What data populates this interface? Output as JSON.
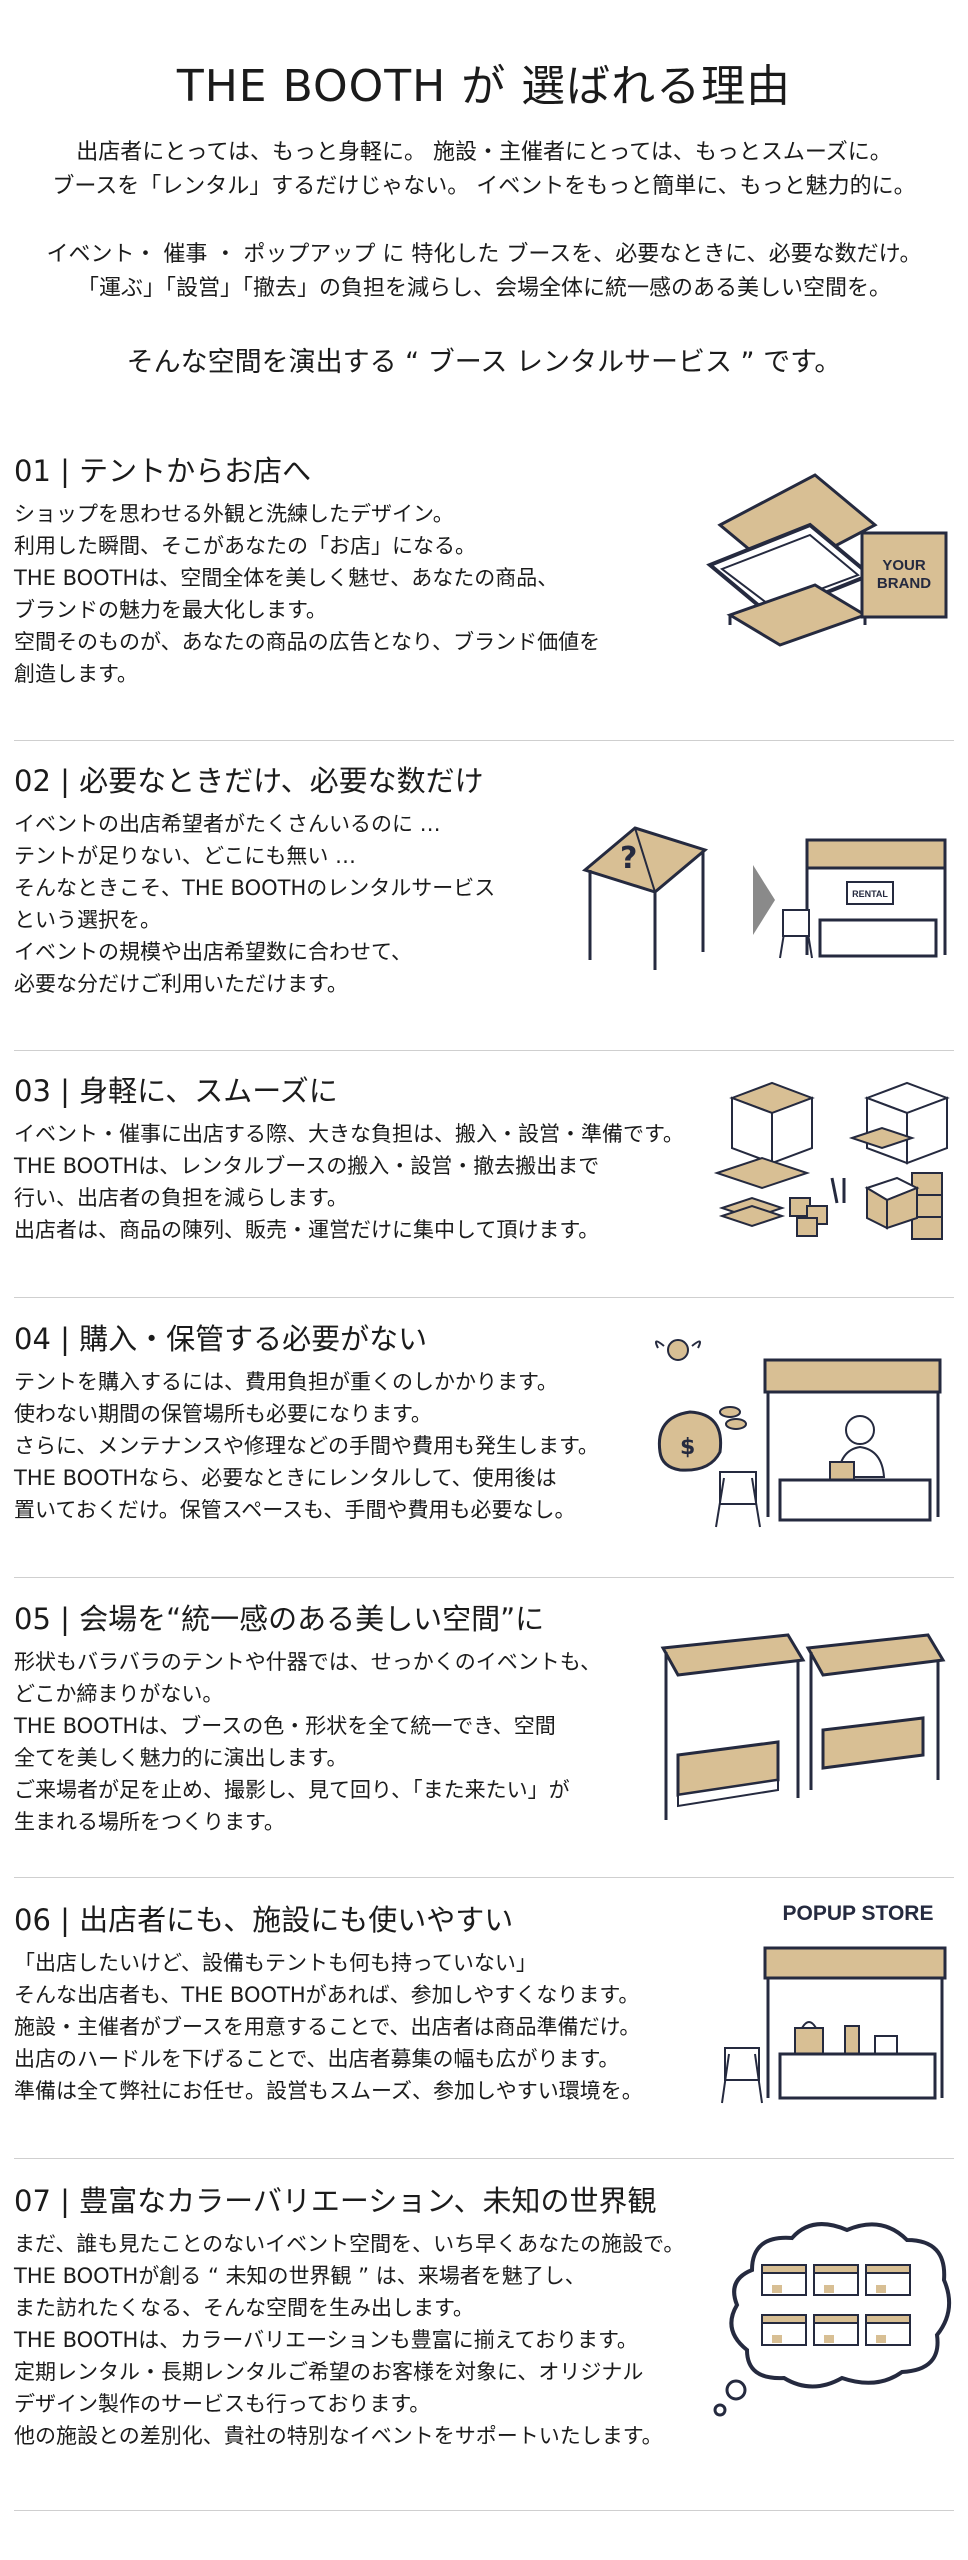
{
  "title": "THE BOOTH が 選ばれる理由",
  "intro1": [
    "出店者にとっては、もっと身軽に。 施設・主催者にとっては、もっとスムーズに。",
    "ブースを「レンタル」するだけじゃない。 イベントをもっと簡単に、もっと魅力的に。"
  ],
  "intro2": [
    "イベント・ 催事 ・ ポップアップ に 特化した ブースを、必要なときに、必要な数だけ。",
    "「運ぶ」「設営」「撤去」の負担を減らし、会場全体に統一感のある美しい空間を。"
  ],
  "tagline": "そんな空間を演出する “ ブース レンタルサービス ” です。",
  "sections": [
    {
      "title": "01 | テントからお店へ",
      "lines": [
        "ショップを思わせる外観と洗練したデザイン。",
        "利用した瞬間、そこがあなたの「お店」になる。",
        "THE BOOTHは、空間全体を美しく魅せ、あなたの商品、",
        "ブランドの魅力を最大化します。",
        "空間そのものが、あなたの商品の広告となり、ブランド価値を",
        "創造します。"
      ]
    },
    {
      "title": "02 | 必要なときだけ、必要な数だけ",
      "lines": [
        "イベントの出店希望者がたくさんいるのに …",
        "テントが足りない、どこにも無い …",
        "そんなときこそ、THE BOOTHのレンタルサービス",
        "という選択を。",
        "イベントの規模や出店希望数に合わせて、",
        "必要な分だけご利用いただけます。"
      ]
    },
    {
      "title": "03 | 身軽に、スムーズに",
      "lines": [
        "イベント・催事に出店する際、大きな負担は、搬入・設営・準備です。",
        "THE BOOTHは、レンタルブースの搬入・設営・撤去搬出まで",
        "行い、出店者の負担を減らします。",
        "出店者は、商品の陳列、販売・運営だけに集中して頂けます。"
      ]
    },
    {
      "title": "04 | 購入・保管する必要がない",
      "lines": [
        "テントを購入するには、費用負担が重くのしかかります。",
        "使わない期間の保管場所も必要になります。",
        "さらに、メンテナンスや修理などの手間や費用も発生します。",
        "THE BOOTHなら、必要なときにレンタルして、使用後は",
        "置いておくだけ。保管スペースも、手間や費用も必要なし。"
      ]
    },
    {
      "title": "05 | 会場を“統一感のある美しい空間”に",
      "lines": [
        "形状もバラバラのテントや什器では、せっかくのイベントも、",
        "どこか締まりがない。",
        "THE BOOTHは、ブースの色・形状を全て統一でき、空間",
        "全てを美しく魅力的に演出します。",
        "ご来場者が足を止め、撮影し、見て回り、「また来たい」が",
        "生まれる場所をつくります。"
      ]
    },
    {
      "title": "06 | 出店者にも、施設にも使いやすい",
      "lines": [
        "「出店したいけど、設備もテントも何も持っていない」",
        "そんな出店者も、THE BOOTHがあれば、参加しやすくなります。",
        "施設・主催者がブースを用意することで、出店者は商品準備だけ。",
        "出店のハードルを下げることで、出店者募集の幅も広がります。",
        "準備は全て弊社にお任せ。設営もスムーズ、参加しやすい環境を。"
      ]
    },
    {
      "title": "07 | 豊富なカラーバリエーション、未知の世界観",
      "lines": [
        "まだ、誰も見たことのないイベント空間を、いち早くあなたの施設で。",
        "THE BOOTHが創る “ 未知の世界観 ” は、来場者を魅了し、",
        "また訪れたくなる、そんな空間を生み出します。",
        "THE BOOTHは、カラーバリエーションも豊富に揃えております。",
        "定期レンタル・長期レンタルご希望のお客様を対象に、オリジナル",
        "デザイン製作のサービスも行っております。",
        "他の施設との差別化、貴社の特別なイベントをサポートいたします。"
      ]
    }
  ],
  "illustrations": {
    "brand_box_line1": "YOUR",
    "brand_box_line2": "BRAND",
    "rental_sign": "RENTAL",
    "popup_label": "POPUP STORE",
    "question_mark": "?",
    "dollar_sign": "$"
  },
  "colors": {
    "tan": "#d8bf94",
    "navy": "#252a3f",
    "divider": "#cfcfcf",
    "gray_arrow": "#8a8a8a"
  }
}
